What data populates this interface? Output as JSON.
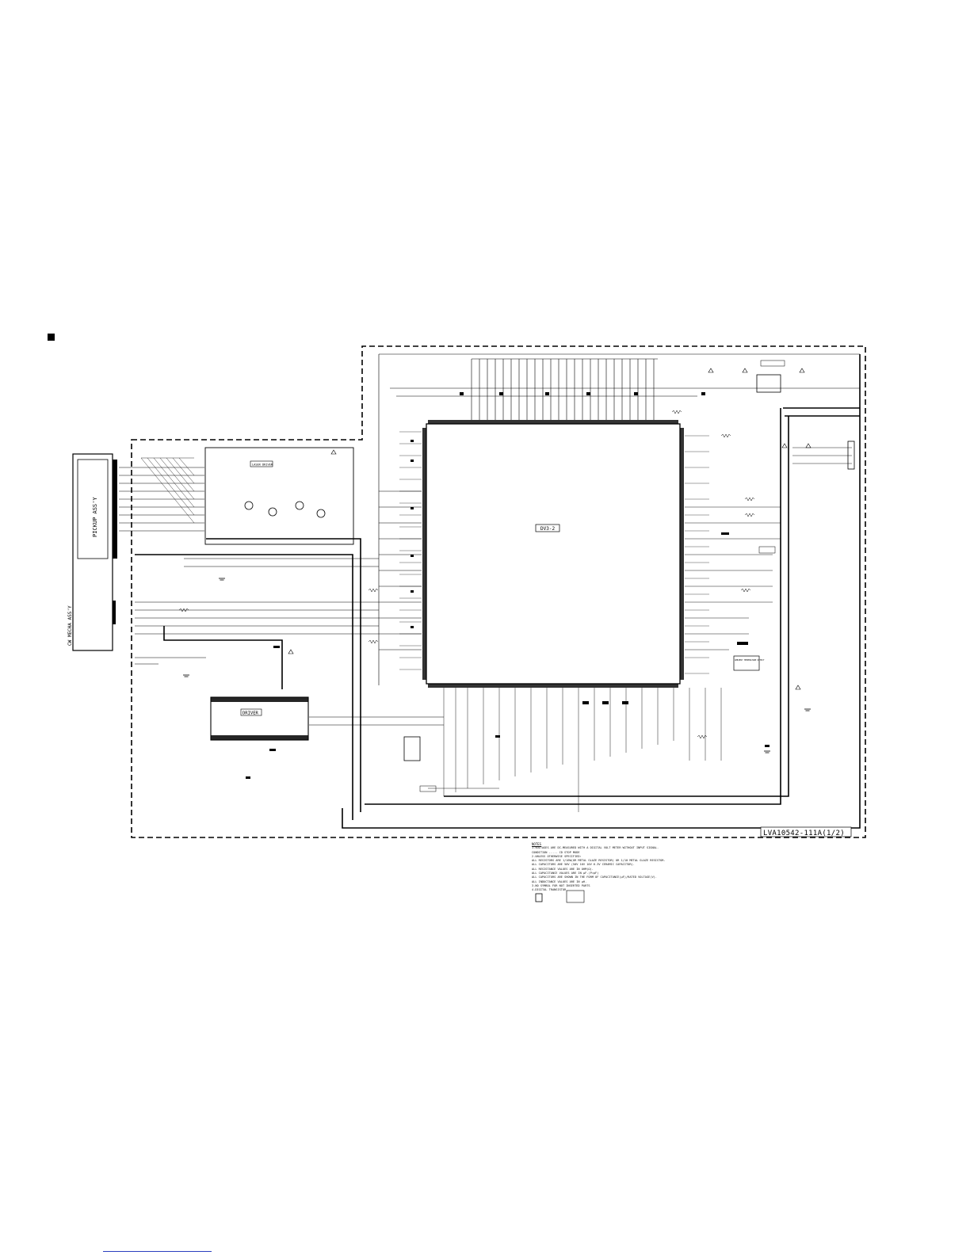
{
  "board": {
    "main_ic_label": "DV3-2",
    "driver_ic_label": "DRIVER",
    "laser_driver_label": "LASER DRIVER",
    "part_number": "LVA10542-111A(1/2)",
    "pickup_label": "PICKUP ASS'Y",
    "mecha_label": "CW MECHA ASS'Y",
    "ambient_label": "AMBIENT TEMPERATURE DETECT"
  },
  "notes": {
    "title": "NOTES",
    "lines": [
      "1.VOLTAGES ARE DC-MEASURED WITH A DIGITAL VOLT METER WITHOUT INPUT SIGNAL.",
      "  CONDITION ..... CD STOP MODE",
      "2.UNLESS OTHERWISE SPECIFIED:",
      "  ALL RESISTORS ARE 1/16W(OR METAL GLAZE RESISTOR) OR 1/10 METAL GLAZE RESISTOR.",
      "  ALL CAPACITORS ARE 50V (50V 16V 10V 6.3V CERAMIC CAPACITOR).",
      "  ALL RESISTANCE VALUES ARE IN OHM(Ω).",
      "  ALL CAPACITANCE VALUES ARE IN μF.(P=pF)",
      "  ALL CAPACITORS ARE SHOWN IN THE FORM OF CAPACITANCE(μF)/RATED VOLTAGE(V).",
      "  ALL INDUCTANCE VALUES ARE IN μH.",
      "3.NO SYMBOL FOR NOT INSERTED PARTS",
      "4.DIGITAL TRANSISTOR"
    ]
  }
}
